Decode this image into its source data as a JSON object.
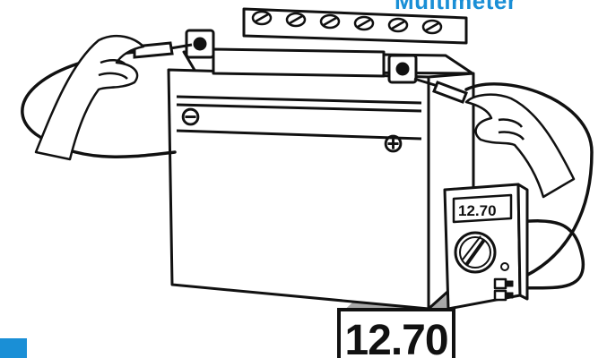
{
  "title": "Multimeter",
  "battery": {
    "negative_symbol": "⊖",
    "positive_symbol": "⊕"
  },
  "meter": {
    "display_reading": "12.70",
    "callout_reading": "12.70"
  },
  "colors": {
    "accent": "#1a8fd6",
    "ink": "#111111",
    "callout_gray": "#b9b9b9"
  },
  "icons": {
    "dial": "rotary-dial-icon",
    "terminals": "binding-post-icon"
  }
}
